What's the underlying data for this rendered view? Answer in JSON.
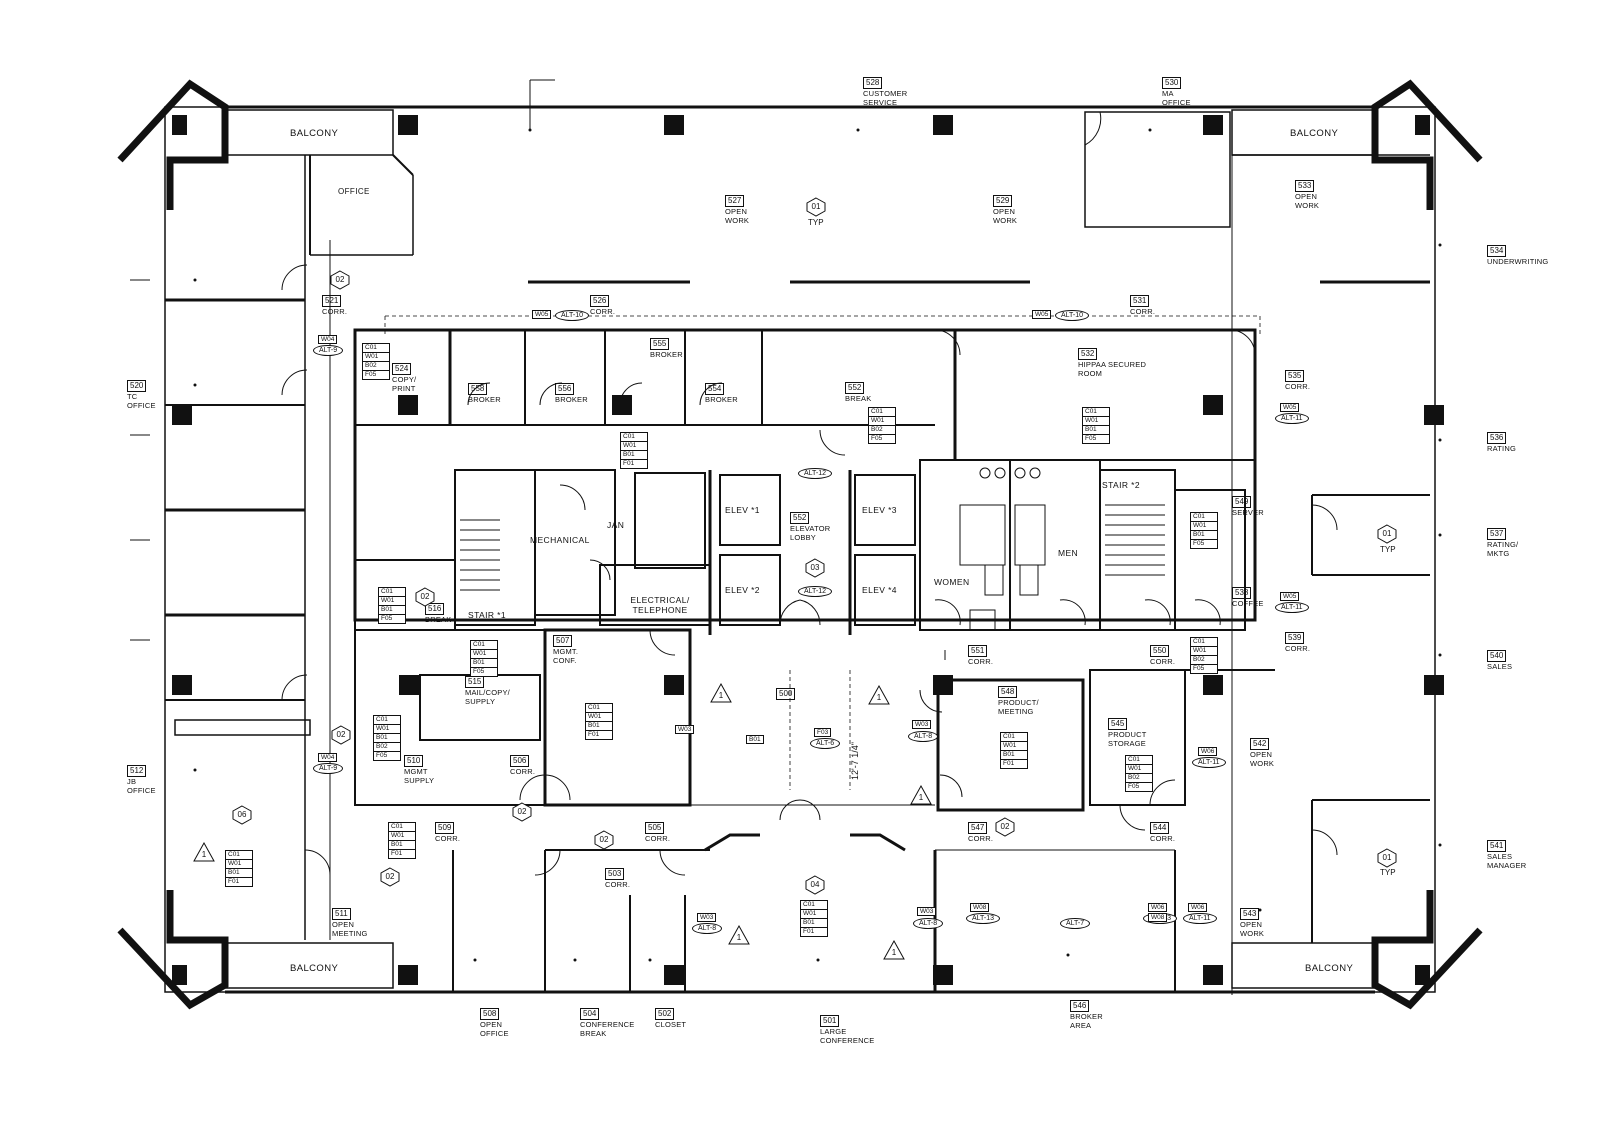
{
  "rooms": [
    {
      "id": "r500",
      "num": "500",
      "name": ""
    },
    {
      "id": "r501",
      "num": "501",
      "name": "LARGE CONFERENCE"
    },
    {
      "id": "r502",
      "num": "502",
      "name": "CLOSET"
    },
    {
      "id": "r503",
      "num": "503",
      "name": "CORR."
    },
    {
      "id": "r504",
      "num": "504",
      "name": "CONFERENCE BREAK"
    },
    {
      "id": "r505",
      "num": "505",
      "name": "CORR."
    },
    {
      "id": "r506",
      "num": "506",
      "name": "CORR."
    },
    {
      "id": "r507",
      "num": "507",
      "name": "MGMT. CONF."
    },
    {
      "id": "r508",
      "num": "508",
      "name": "OPEN OFFICE"
    },
    {
      "id": "r509",
      "num": "509",
      "name": "CORR."
    },
    {
      "id": "r510",
      "num": "510",
      "name": "MGMT SUPPLY"
    },
    {
      "id": "r511",
      "num": "511",
      "name": "OPEN MEETING"
    },
    {
      "id": "r512",
      "num": "512",
      "name": "JB OFFICE"
    },
    {
      "id": "r515",
      "num": "515",
      "name": "MAIL/COPY/ SUPPLY"
    },
    {
      "id": "r516",
      "num": "516",
      "name": "BREAK"
    },
    {
      "id": "r520",
      "num": "520",
      "name": "TC OFFICE"
    },
    {
      "id": "r521",
      "num": "521",
      "name": "CORR."
    },
    {
      "id": "r524",
      "num": "524",
      "name": "COPY/ PRINT"
    },
    {
      "id": "r526",
      "num": "526",
      "name": "CORR."
    },
    {
      "id": "r527",
      "num": "527",
      "name": "OPEN WORK"
    },
    {
      "id": "r528",
      "num": "528",
      "name": "CUSTOMER SERVICE"
    },
    {
      "id": "r529",
      "num": "529",
      "name": "OPEN WORK"
    },
    {
      "id": "r530",
      "num": "530",
      "name": "MA OFFICE"
    },
    {
      "id": "r531",
      "num": "531",
      "name": "CORR."
    },
    {
      "id": "r532",
      "num": "532",
      "name": "HIPPAA SECURED ROOM"
    },
    {
      "id": "r533",
      "num": "533",
      "name": "OPEN WORK"
    },
    {
      "id": "r534",
      "num": "534",
      "name": "UNDERWRITING"
    },
    {
      "id": "r535",
      "num": "535",
      "name": "CORR."
    },
    {
      "id": "r536",
      "num": "536",
      "name": "RATING"
    },
    {
      "id": "r537",
      "num": "537",
      "name": "RATING/ MKTG"
    },
    {
      "id": "r538",
      "num": "538",
      "name": "COFFEE"
    },
    {
      "id": "r539",
      "num": "539",
      "name": "CORR."
    },
    {
      "id": "r540",
      "num": "540",
      "name": "SALES"
    },
    {
      "id": "r541",
      "num": "541",
      "name": "SALES MANAGER"
    },
    {
      "id": "r542",
      "num": "542",
      "name": "OPEN WORK"
    },
    {
      "id": "r543",
      "num": "543",
      "name": "OPEN WORK"
    },
    {
      "id": "r544",
      "num": "544",
      "name": "CORR."
    },
    {
      "id": "r545",
      "num": "545",
      "name": "PRODUCT STORAGE"
    },
    {
      "id": "r546",
      "num": "546",
      "name": "BROKER AREA"
    },
    {
      "id": "r547",
      "num": "547",
      "name": "CORR."
    },
    {
      "id": "r548",
      "num": "548",
      "name": "PRODUCT/ MEETING"
    },
    {
      "id": "r549",
      "num": "549",
      "name": "SERVER"
    },
    {
      "id": "r550",
      "num": "550",
      "name": "CORR."
    },
    {
      "id": "r551",
      "num": "551",
      "name": "CORR."
    },
    {
      "id": "r552",
      "num": "552",
      "name": "BREAK"
    },
    {
      "id": "r552b",
      "num": "552",
      "name": "ELEVATOR LOBBY"
    },
    {
      "id": "r554",
      "num": "554",
      "name": "BROKER"
    },
    {
      "id": "r555",
      "num": "555",
      "name": "BROKER"
    },
    {
      "id": "r556",
      "num": "556",
      "name": "BROKER"
    },
    {
      "id": "r558",
      "num": "558",
      "name": "BROKER"
    }
  ],
  "plain_labels": {
    "balcony_tl": "BALCONY",
    "balcony_tr": "BALCONY",
    "balcony_bl": "BALCONY",
    "balcony_br": "BALCONY",
    "office": "OFFICE",
    "mechanical": "MECHANICAL",
    "jan": "JAN",
    "electrical": "ELECTRICAL/ TELEPHONE",
    "elev1": "ELEV *1",
    "elev2": "ELEV *2",
    "elev3": "ELEV *3",
    "elev4": "ELEV *4",
    "women": "WOMEN",
    "men": "MEN",
    "stair1": "STAIR *1",
    "stair2": "STAIR *2"
  },
  "tags": {
    "alt9a": "ALT-9",
    "alt9b": "ALT-9",
    "alt10a": "ALT-10",
    "alt10b": "ALT-10",
    "alt11a": "ALT-11",
    "alt11b": "ALT-11",
    "alt11c": "ALT-11",
    "alt11d": "ALT-11",
    "alt12a": "ALT-12",
    "alt12b": "ALT-12",
    "alt6": "ALT-6",
    "alt8a": "ALT-8",
    "alt8b": "ALT-8",
    "alt8c": "ALT-8",
    "alt13a": "ALT-13",
    "alt13b": "ALT-13",
    "alt7": "ALT-7"
  },
  "wtags": {
    "w04a": "W04",
    "w04b": "W04",
    "w05a": "W05",
    "w05b": "W05",
    "w05c": "W05",
    "w05d": "W05",
    "w06a": "W06",
    "w06b": "W06",
    "w06c": "W06",
    "w08a": "W08",
    "w08b": "W08",
    "w03a": "W03",
    "w03b": "W03",
    "w03c": "W03",
    "w03d": "W03",
    "f03": "F03",
    "b01": "B01"
  },
  "finishes": {
    "f524": [
      "C01",
      "W01",
      "B02",
      "F05"
    ],
    "f516": [
      "C01",
      "W01",
      "B01",
      "F05"
    ],
    "f515": [
      "C01",
      "W01",
      "B01",
      "F05"
    ],
    "f510": [
      "C01",
      "W01",
      "B01",
      "B02",
      "F05"
    ],
    "f507": [
      "C01",
      "W01",
      "B01",
      "F01"
    ],
    "f509": [
      "C01",
      "W01",
      "B01",
      "F01"
    ],
    "f512": [
      "C01",
      "W01",
      "B01",
      "F01"
    ],
    "f558": [
      "C01",
      "W01",
      "B01",
      "F01"
    ],
    "f552": [
      "C01",
      "W01",
      "B02",
      "F05"
    ],
    "f532": [
      "C01",
      "W01",
      "B01",
      "F05"
    ],
    "f549": [
      "C01",
      "W01",
      "B01",
      "F05"
    ],
    "f550": [
      "C01",
      "W01",
      "B02",
      "F05"
    ],
    "f548": [
      "C01",
      "W01",
      "B01",
      "F01"
    ],
    "f545": [
      "C01",
      "W01",
      "B02",
      "F05"
    ],
    "f501": [
      "C01",
      "W01",
      "B01",
      "F01"
    ]
  },
  "hexes": {
    "h01a": "01",
    "h01b": "01",
    "h01c": "01",
    "h02a": "02",
    "h02b": "02",
    "h02c": "02",
    "h02d": "02",
    "h02e": "02",
    "h02f": "02",
    "h02g": "02",
    "h03": "03",
    "h04": "04",
    "h06": "06"
  },
  "typ": {
    "t1": "TYP",
    "t2": "TYP",
    "t3": "TYP"
  },
  "triangles": {
    "t1a": "1",
    "t1b": "1",
    "t1c": "1",
    "t1d": "1",
    "t1e": "1",
    "t1f": "1"
  },
  "dimension": "12'-7 1/4\""
}
